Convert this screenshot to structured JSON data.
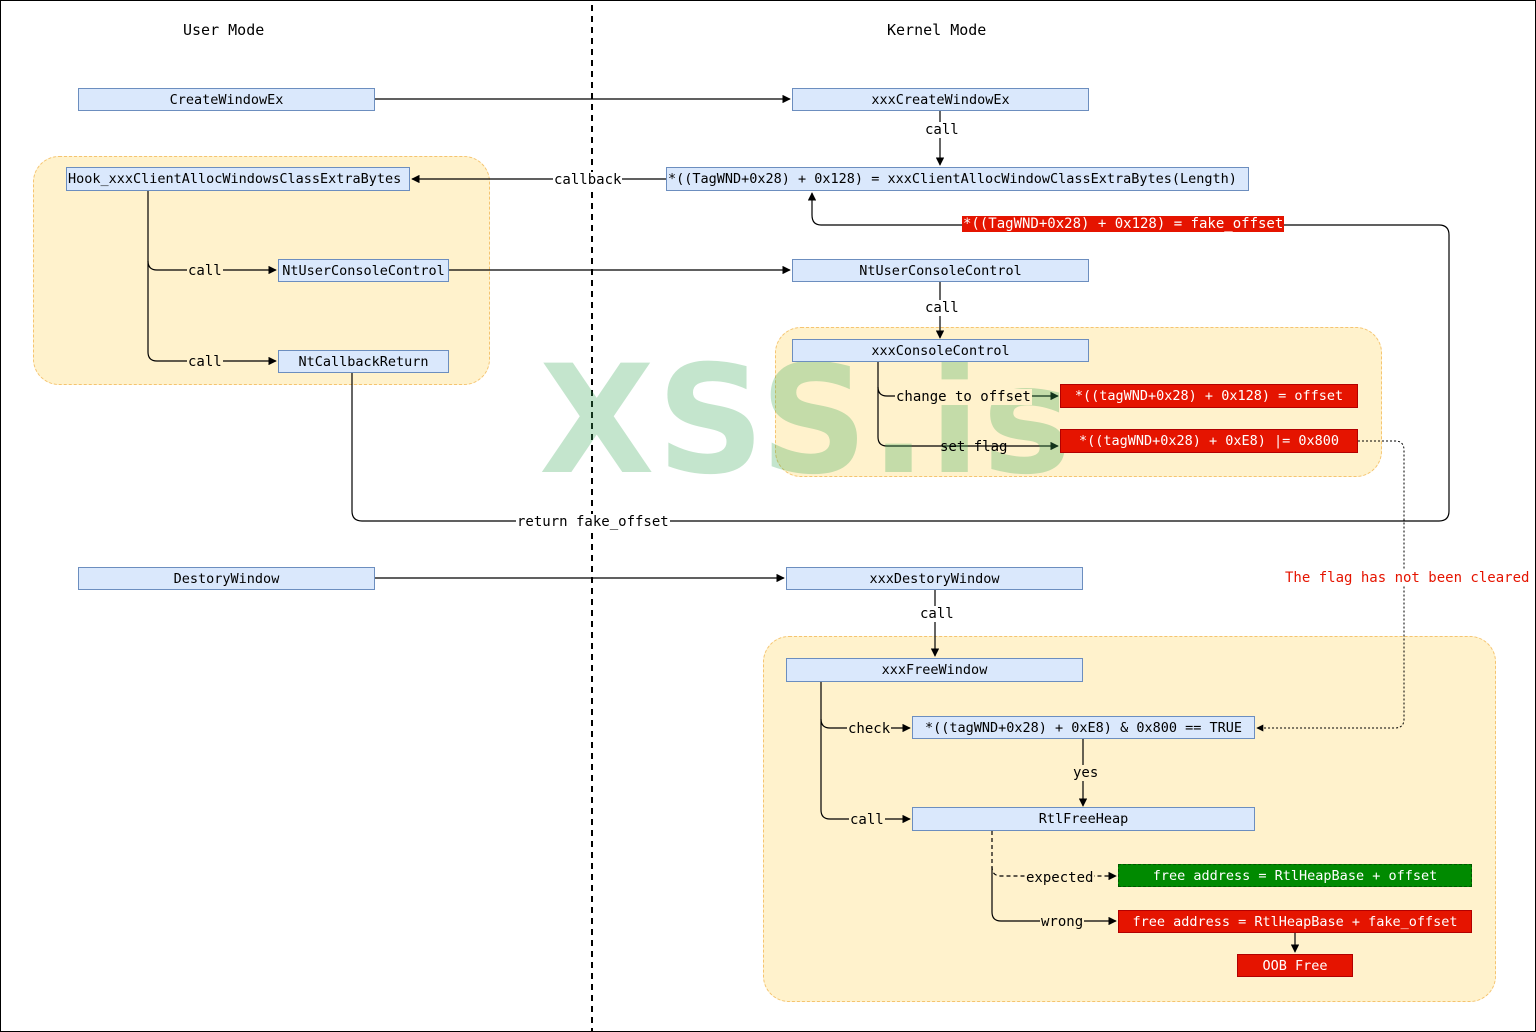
{
  "headers": {
    "user_mode": "User Mode",
    "kernel_mode": "Kernel Mode"
  },
  "watermark": "XSS.is",
  "nodes": {
    "create_window_ex": "CreateWindowEx",
    "xxx_create_window_ex": "xxxCreateWindowEx",
    "hook": "Hook_xxxClientAllocWindowsClassExtraBytes",
    "alloc_call": "*((TagWND+0x28) + 0x128) = xxxClientAllocWindowClassExtraBytes(Length)",
    "nt_user_console_control_user": "NtUserConsoleControl",
    "nt_callback_return": "NtCallbackReturn",
    "nt_user_console_control_kernel": "NtUserConsoleControl",
    "xxx_console_control": "xxxConsoleControl",
    "set_offset": "*((tagWND+0x28) + 0x128) = offset",
    "set_flag": "*((tagWND+0x28) + 0xE8) |= 0x800",
    "destory_window": "DestoryWindow",
    "xxx_destory_window": "xxxDestoryWindow",
    "xxx_free_window": "xxxFreeWindow",
    "check_flag": "*((tagWND+0x28) + 0xE8) & 0x800 == TRUE",
    "rtl_free_heap": "RtlFreeHeap",
    "expected_free": "free address = RtlHeapBase + offset",
    "wrong_free": "free address = RtlHeapBase + fake_offset",
    "oob_free": "OOB Free"
  },
  "edge_labels": {
    "call_1": "call",
    "callback": "callback",
    "fake_offset_assign": "*((TagWND+0x28) + 0x128) = fake_offset",
    "call_2": "call",
    "call_3": "call",
    "call_4": "call",
    "change_to_offset": "change to offset",
    "set_flag": "set flag",
    "return_fake_offset": "return fake_offset",
    "flag_not_cleared": "The flag has not been cleared",
    "call_5": "call",
    "check": "check",
    "yes": "yes",
    "call_6": "call",
    "expected": "expected",
    "wrong": "wrong"
  },
  "colors": {
    "node_fill": "#dae8fc",
    "node_border": "#6c8ebf",
    "group_fill": "#fff2cc",
    "group_border": "#f5c470",
    "red": "#e51400",
    "green": "#008a00"
  }
}
